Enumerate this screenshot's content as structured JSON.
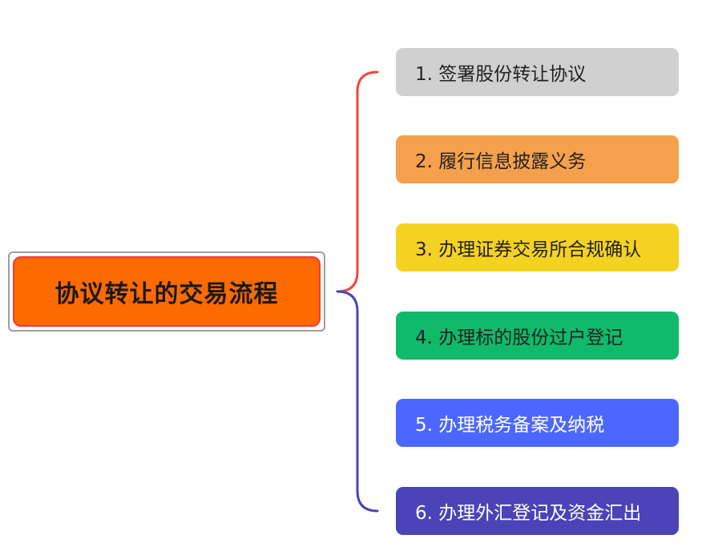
{
  "diagram": {
    "root": {
      "label": "协议转让的交易流程",
      "fill_color": "#ff6a00",
      "border_color": "#f23a3a"
    },
    "connector_colors": {
      "upper": "#f04a3a",
      "lower": "#4a44b8"
    },
    "steps": [
      {
        "label": "1. 签署股份转让协议",
        "color": "#d0d0d0",
        "text_color": "#222222"
      },
      {
        "label": "2. 履行信息披露义务",
        "color": "#f5a04c",
        "text_color": "#222222"
      },
      {
        "label": "3. 办理证券交易所合规确认",
        "color": "#f4d222",
        "text_color": "#222222"
      },
      {
        "label": "4. 办理标的股份过户登记",
        "color": "#0fba6a",
        "text_color": "#222222"
      },
      {
        "label": "5. 办理税务备案及纳税",
        "color": "#4b67ff",
        "text_color": "#ffffff"
      },
      {
        "label": "6. 办理外汇登记及资金汇出",
        "color": "#4a44b8",
        "text_color": "#ffffff"
      }
    ]
  }
}
